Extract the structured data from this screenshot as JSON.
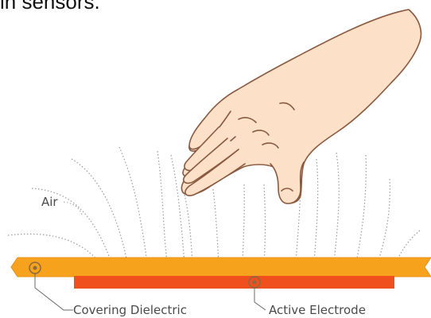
{
  "top_caption_fragment": "in sensors.",
  "labels": {
    "air": "Air",
    "covering_dielectric": "Covering Dielectric",
    "active_electrode": "Active Electrode"
  },
  "colors": {
    "dielectric": "#f7a21c",
    "dielectric_edge": "#e8901a",
    "electrode": "#f0501e",
    "field_lines": "#9a9a9a",
    "skin": "#fce0c8",
    "skin_outline": "#8a5a40",
    "marker": "#8a6a40"
  },
  "icons": {
    "hand": "hand-icon",
    "marker": "target-dot-icon"
  }
}
